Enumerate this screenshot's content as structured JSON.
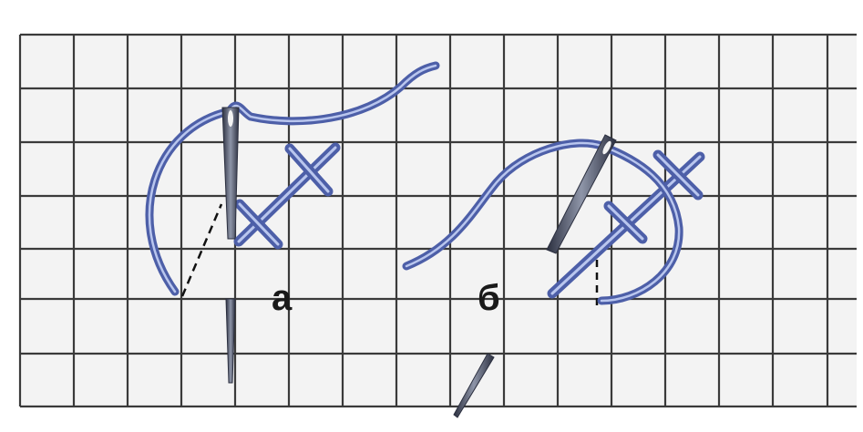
{
  "labels": {
    "left": "а",
    "right": "б"
  },
  "colors": {
    "background": "#f2f2f2",
    "grid_line": "#3a3a3a",
    "thread": "#4d5fa8",
    "thread_highlight": "#b9c6ee",
    "needle": "#4a4f5c",
    "guide_line": "#111111"
  },
  "icons": {
    "needle": "embroidery-needle",
    "thread": "embroidery-thread",
    "stitch": "cross-stitch"
  }
}
